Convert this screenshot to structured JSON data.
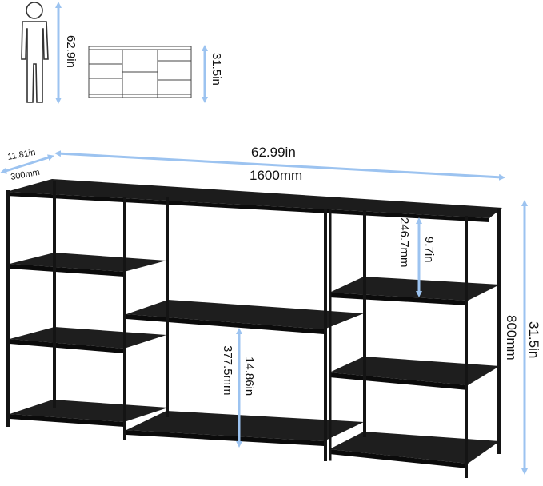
{
  "colors": {
    "arrow": "#9cc3f0",
    "frame": "#141414",
    "shelf_top": "#1c1c1c",
    "shelf_face": "#0c0c0c",
    "outline": "#333333",
    "background": "#ffffff"
  },
  "icons": {
    "person": "person-silhouette-icon",
    "shelf_thumbnail": "bookshelf-thumbnail-icon"
  },
  "dims": {
    "person_height": "62.9in",
    "thumb_height": "31.5in",
    "depth_in": "11.81in",
    "depth_mm": "300mm",
    "width_in": "62.99in",
    "width_mm": "1600mm",
    "height_in": "31.5in",
    "height_mm": "800mm",
    "shelf_gap_in": "9.7in",
    "shelf_gap_mm": "246.7mm",
    "center_gap_in": "14.86in",
    "center_gap_mm": "377.5mm"
  }
}
